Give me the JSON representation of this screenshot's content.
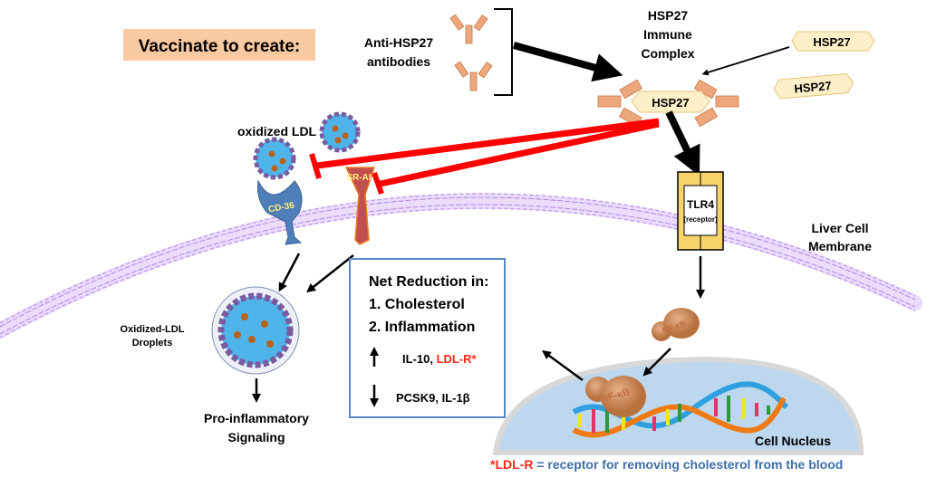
{
  "vaccinate_label": "Vaccinate to create:",
  "antibodies_label": [
    "Anti-HSP27",
    "antibodies"
  ],
  "complex_label": [
    "HSP27",
    "Immune",
    "Complex"
  ],
  "hsp27": "HSP27",
  "oxidized_ldl": "oxidized LDL",
  "cd36": "CD-36",
  "srai": "SR-AI",
  "tlr4": "TLR4",
  "tlr4_sub": "(receptor)",
  "membrane_label": [
    "Liver Cell",
    "Membrane"
  ],
  "droplets_label": [
    "Oxidized-LDL",
    "Droplets"
  ],
  "signaling_label": [
    "Pro-inflammatory",
    "Signaling"
  ],
  "nfkb": "NF-κB",
  "nucleus_label": "Cell Nucleus",
  "box": {
    "title": "Net Reduction in:",
    "item1": "1.  Cholesterol",
    "item2": "2.  Inflammation",
    "up_text": "IL-10, ",
    "up_highlight": "LDL-R*",
    "down_text": "PCSK9, IL-1β"
  },
  "footnote": {
    "term": "*LDL-R",
    "definition": " = receptor for removing cholesterol from the blood"
  },
  "colors": {
    "inhibit": "#ff0000",
    "membrane": "#c49af0",
    "antibody": "#eea77a",
    "hsp27_fill": "#fdf0c8",
    "box_border": "#5a86c5",
    "nucleus": "#bdd7ee",
    "footnote_blue": "#3f6fa8"
  }
}
